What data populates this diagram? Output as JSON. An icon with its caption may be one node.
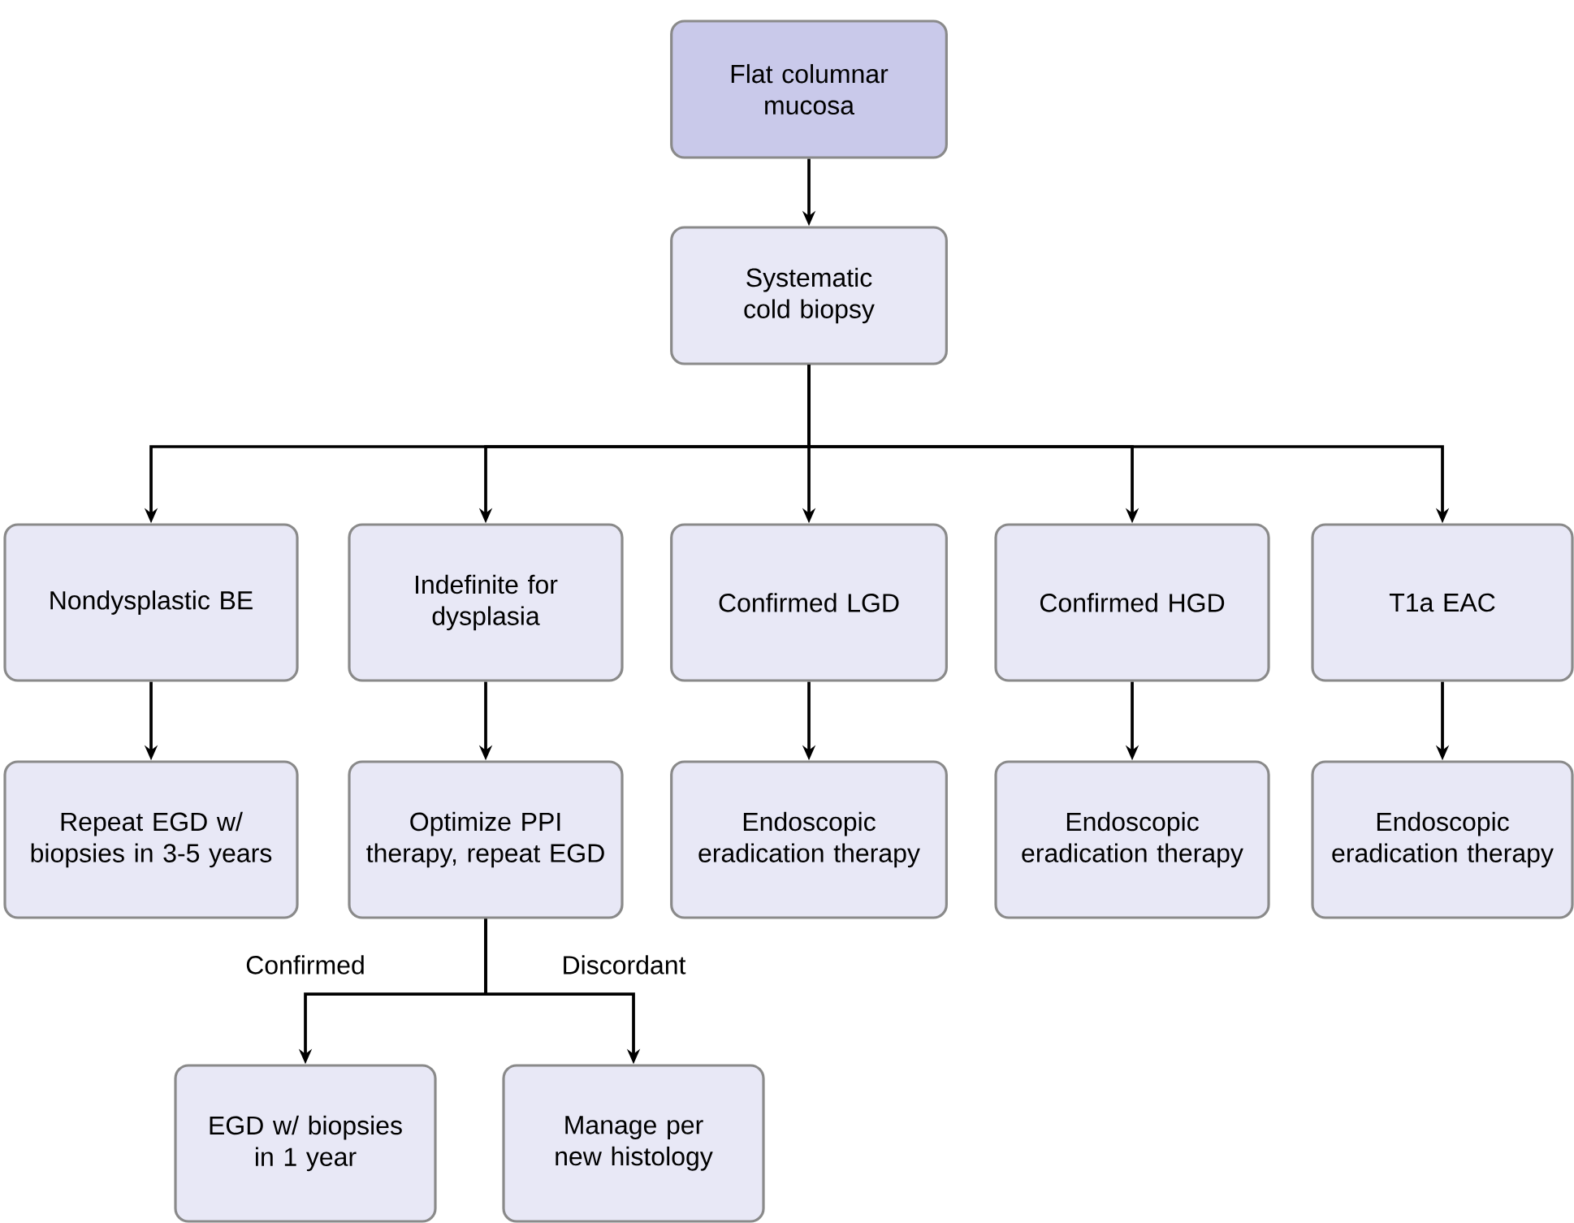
{
  "diagram": {
    "nodes": [
      {
        "text": [
          "Flat columnar mucosa"
        ]
      },
      {
        "text": [
          "Systematic cold biopsy"
        ]
      },
      {
        "text": [
          "Nondysplastic BE"
        ]
      },
      {
        "text": [
          "Indefinite for dysplasia"
        ]
      },
      {
        "text": [
          "Confirmed LGD"
        ]
      },
      {
        "text": [
          "Confirmed HGD"
        ]
      },
      {
        "text": [
          "T1a EAC"
        ]
      },
      {
        "text": [
          "Repeat EGD w/ biopsies in 3-5 years"
        ]
      },
      {
        "text": [
          "Optimize PPI therapy, repeat EGD"
        ]
      },
      {
        "text": [
          "Endoscopic eradication therapy"
        ]
      },
      {
        "text": [
          "Endoscopic eradication therapy"
        ]
      },
      {
        "text": [
          "Endoscopic eradication therapy"
        ]
      },
      {
        "text": [
          "EGD w/ biopsies in 1 year"
        ]
      },
      {
        "text": [
          "Manage per new histology"
        ]
      }
    ],
    "edges": [
      {
        "from": 0,
        "to": 1,
        "arrow": "to"
      },
      {
        "from": 1,
        "to": 2,
        "arrow": "to"
      },
      {
        "from": 1,
        "to": 3,
        "arrow": "to"
      },
      {
        "from": 1,
        "to": 4,
        "arrow": "to"
      },
      {
        "from": 1,
        "to": 5,
        "arrow": "to"
      },
      {
        "from": 1,
        "to": 6,
        "arrow": "to"
      },
      {
        "from": 2,
        "to": 7,
        "arrow": "to"
      },
      {
        "from": 3,
        "to": 8,
        "arrow": "to"
      },
      {
        "from": 4,
        "to": 9,
        "arrow": "to"
      },
      {
        "from": 5,
        "to": 10,
        "arrow": "to"
      },
      {
        "from": 6,
        "to": 11,
        "arrow": "to"
      },
      {
        "from": 8,
        "to": 12,
        "label": "Confirmed",
        "arrow": "to"
      },
      {
        "from": 8,
        "to": 13,
        "label": "Discordant",
        "arrow": "to"
      }
    ]
  }
}
